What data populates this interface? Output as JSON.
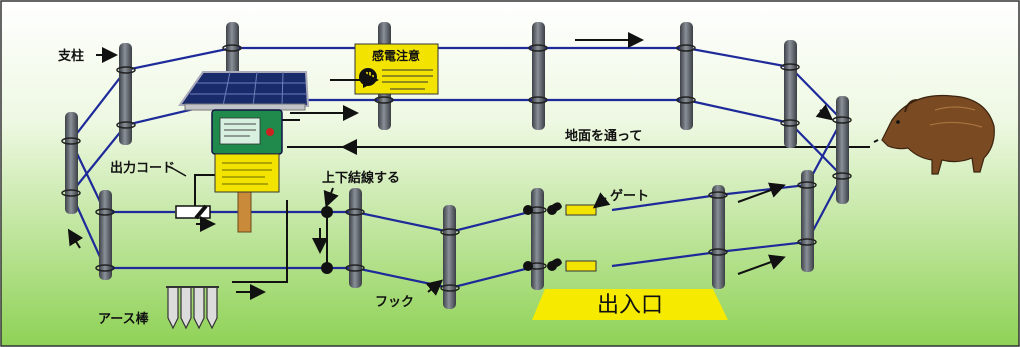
{
  "labels": {
    "post": "支柱",
    "output_cord": "出力コード",
    "tie_wires": "上下結線する",
    "ground_rod": "アース棒",
    "hook": "フック",
    "gate": "ゲート",
    "along_ground": "地面を通って",
    "entrance": "出入口"
  },
  "sign": {
    "title": "感電注意"
  },
  "colors": {
    "background_top": "#ffffff",
    "background_bottom": "#8fd256",
    "wire": "#1e2a9a",
    "post": "#5a5f66",
    "sign": "#f3e300",
    "entrance_pad": "#f5ea00",
    "controller": "#1f8a4c",
    "panel": "#1a2b6b"
  },
  "icons": {
    "boar": "wild-boar-icon",
    "hand": "hand-stop-icon",
    "arrow": "arrow-icon"
  }
}
